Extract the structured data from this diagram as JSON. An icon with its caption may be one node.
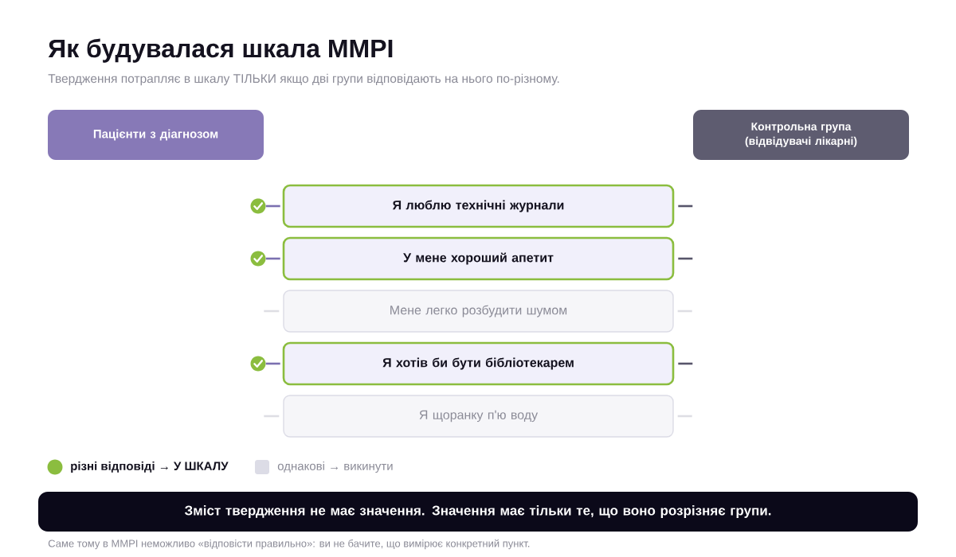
{
  "diagram": {
    "title": "Як будувалася шкала MMPI",
    "caption": "Саме тому в MMPI неможливо «відповісти правильно»: ви не бачите, що вимірює конкретний пункт.",
    "nodes": [
      {
        "text": [
          "Пацієнти з діагнозом"
        ]
      },
      {
        "text": [
          "Контрольна група (відвідувачі лікарні)"
        ]
      },
      {
        "text": [],
        "shape": "circle"
      },
      {
        "text": [
          "Я люблю технічні журнали"
        ]
      },
      {
        "text": [],
        "shape": "circle"
      },
      {
        "text": [
          "У мене хороший апетит"
        ]
      },
      {
        "text": [
          "Мене легко розбудити шумом"
        ]
      },
      {
        "text": [],
        "shape": "circle"
      },
      {
        "text": [
          "Я хотів би бути бібліотекарем"
        ]
      },
      {
        "text": [
          "Я щоранку п'ю воду"
        ]
      },
      {
        "text": [
          "Зміст твердження не має значення. Значення має тільки те, що воно розрізняє групи."
        ]
      }
    ],
    "edges": [
      {
        "from": 2,
        "to": 3,
        "arrow": "none",
        "color": "#7b70b0"
      },
      {
        "from": 3,
        "to": null,
        "arrow": "none",
        "color": "#57556a"
      },
      {
        "from": 4,
        "to": 5,
        "arrow": "none",
        "color": "#7b70b0"
      },
      {
        "from": 5,
        "to": null,
        "arrow": "none",
        "color": "#57556a"
      },
      {
        "from": null,
        "to": 6,
        "arrow": "none",
        "color": "#dedee4"
      },
      {
        "from": 6,
        "to": null,
        "arrow": "none",
        "color": "#dedee4"
      },
      {
        "from": 7,
        "to": 8,
        "arrow": "none",
        "color": "#7b70b0"
      },
      {
        "from": 8,
        "to": null,
        "arrow": "none",
        "color": "#57556a"
      },
      {
        "from": null,
        "to": 9,
        "arrow": "none",
        "color": "#dedee4"
      },
      {
        "from": 9,
        "to": null,
        "arrow": "none",
        "color": "#dedee4"
      }
    ],
    "labels": [
      "Твердження потрапляє в шкалу ТІЛЬКИ якщо дві групи відповідають на нього по-різному."
    ],
    "legend": [
      {
        "text": "різні відповіді → У ШКАЛУ",
        "color": "#8bbd3f"
      },
      {
        "text": "однакові → викинути",
        "color": "#dcdce6"
      }
    ]
  }
}
